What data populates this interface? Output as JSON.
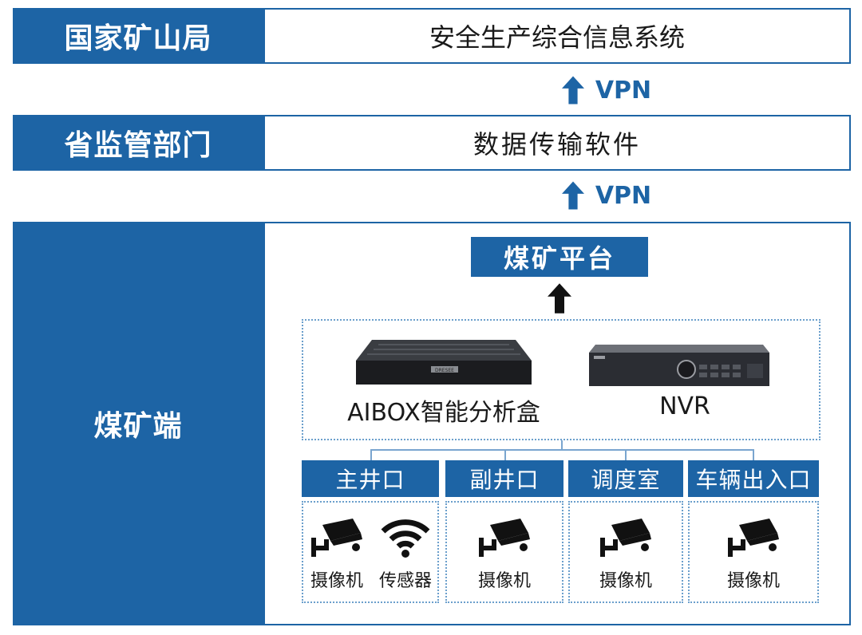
{
  "rows": {
    "national": {
      "label": "国家矿山局",
      "content": "安全生产综合信息系统"
    },
    "provincial": {
      "label": "省监管部门",
      "content": "数据传输软件"
    },
    "mine": {
      "label": "煤矿端"
    }
  },
  "links": {
    "vpn_top": "VPN",
    "vpn_bottom": "VPN"
  },
  "platform": {
    "label": "煤矿平台"
  },
  "devices": {
    "aibox": {
      "label": "AIBOX智能分析盒",
      "brand": "DRESEE"
    },
    "nvr": {
      "label": "NVR"
    }
  },
  "locations": [
    {
      "name": "主井口",
      "items": [
        {
          "icon": "camera-icon",
          "label": "摄像机"
        },
        {
          "icon": "sensor-icon",
          "label": "传感器"
        }
      ]
    },
    {
      "name": "副井口",
      "items": [
        {
          "icon": "camera-icon",
          "label": "摄像机"
        }
      ]
    },
    {
      "name": "调度室",
      "items": [
        {
          "icon": "camera-icon",
          "label": "摄像机"
        }
      ]
    },
    {
      "name": "车辆出入口",
      "items": [
        {
          "icon": "camera-icon",
          "label": "摄像机"
        }
      ]
    }
  ],
  "colors": {
    "primary": "#1d64a5",
    "dotted_border": "#6b9fcc",
    "text": "#1a1a1a"
  }
}
